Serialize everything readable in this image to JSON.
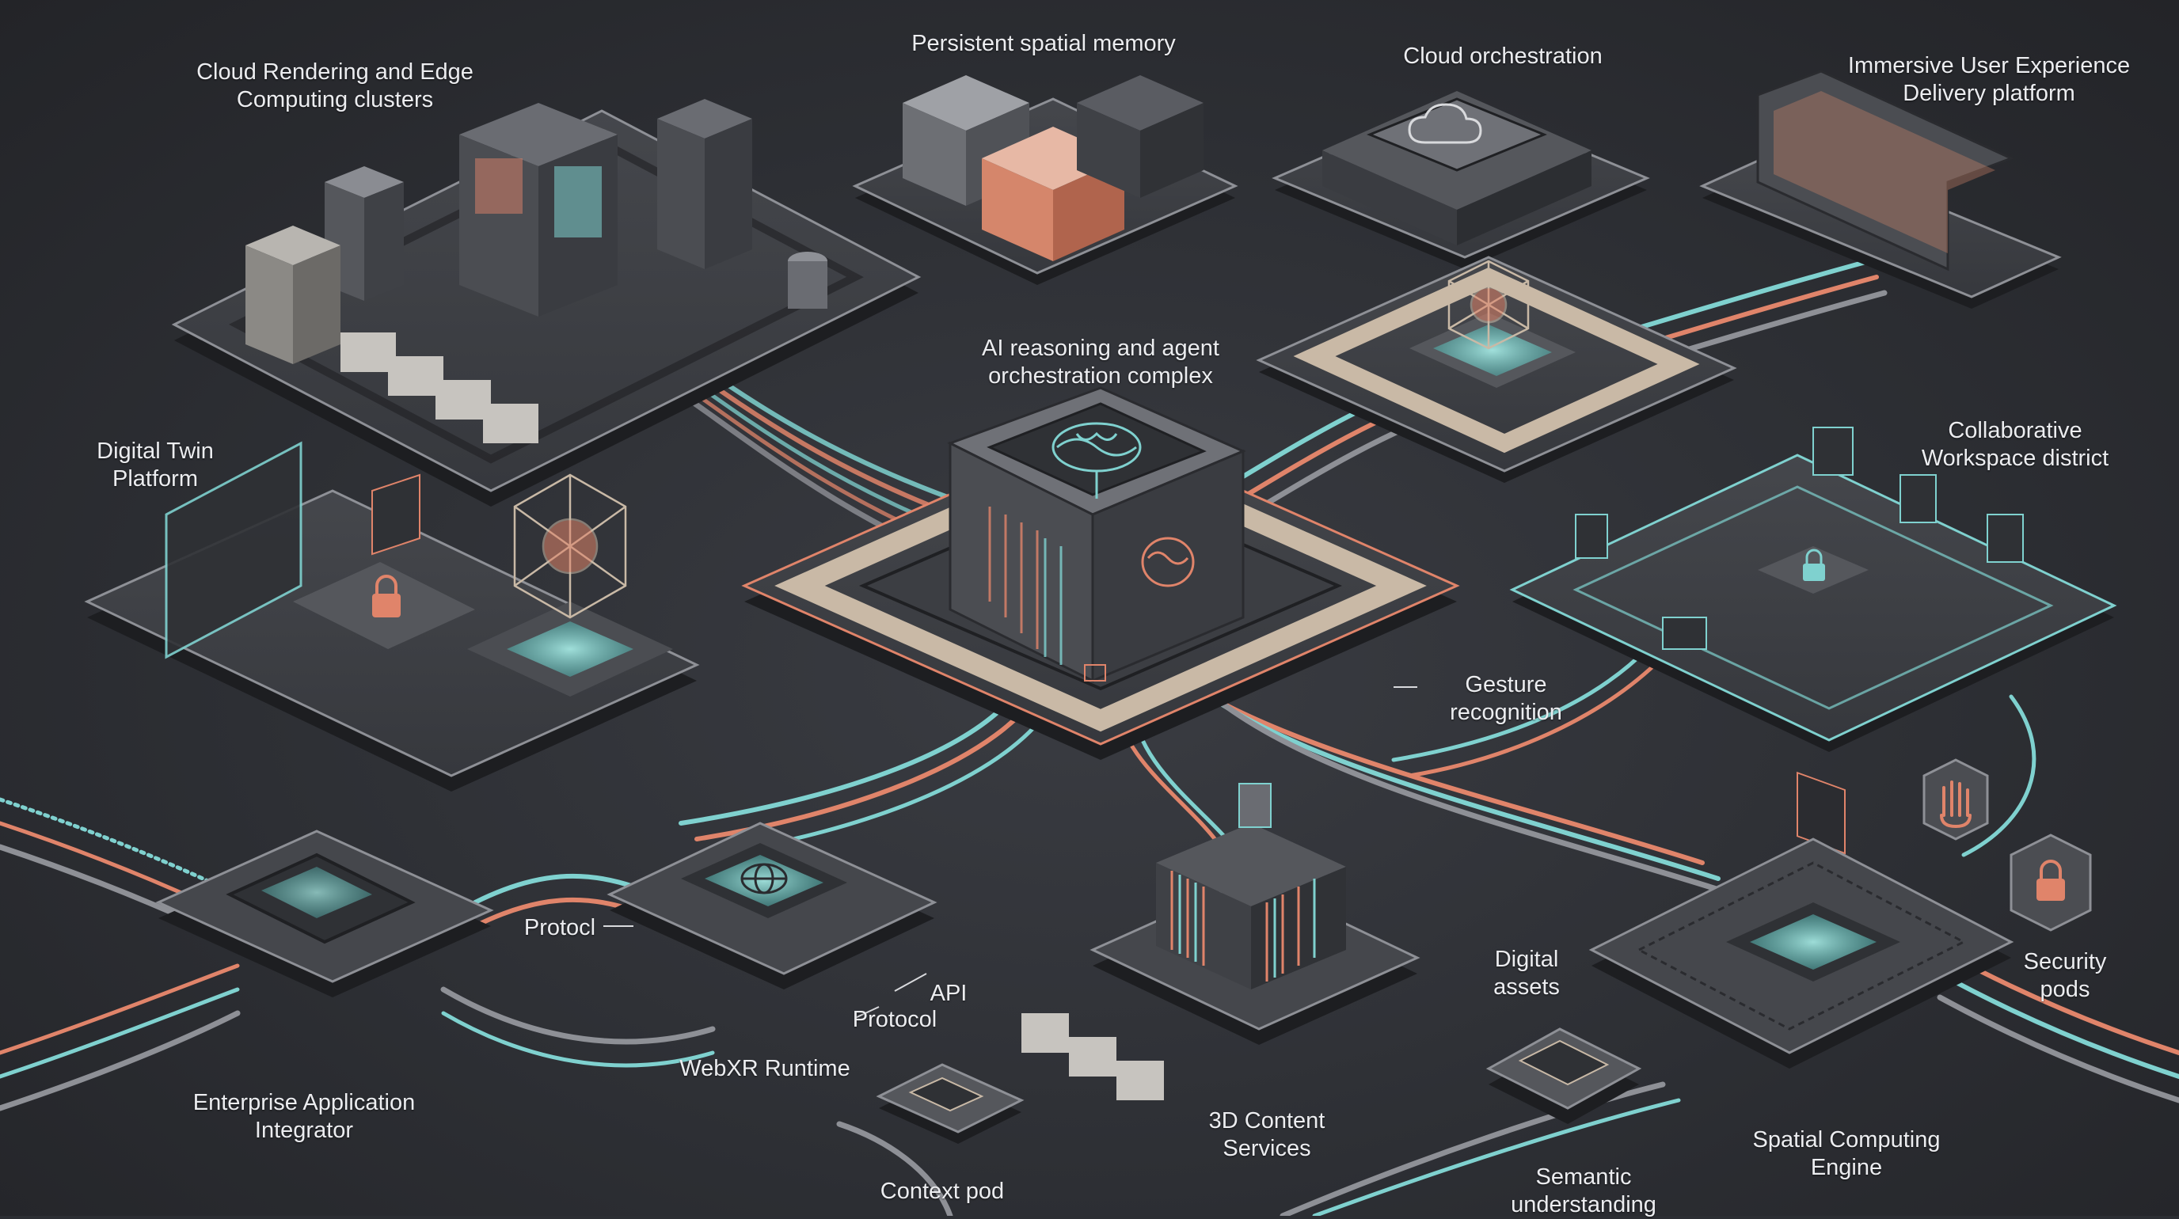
{
  "colors": {
    "background": "#2c2e33",
    "platform_top": "#3b3d42",
    "platform_side": "#1d1e21",
    "rim": "#8e9096",
    "accent_teal": "#7fd1cf",
    "accent_coral": "#e0846a",
    "beige": "#c9b9a6"
  },
  "icons": {
    "central_hub": "brain-icon",
    "globe": "globe-icon",
    "cloud": "cloud-icon",
    "lock": "lock-icon",
    "hand": "hand-icon",
    "cube": "wireframe-cube-icon"
  },
  "labels": {
    "cloud_rendering": [
      "Cloud Rendering and Edge",
      "Computing clusters"
    ],
    "persistent_memory": [
      "Persistent spatial memory"
    ],
    "cloud_orchestration": [
      "Cloud orchestration"
    ],
    "immersive_ux": [
      "Immersive User Experience",
      "Delivery platform"
    ],
    "ai_reasoning": [
      "AI reasoning and agent",
      "orchestration complex"
    ],
    "digital_twin": [
      "Digital Twin",
      "Platform"
    ],
    "collaborative": [
      "Collaborative",
      "Workspace district"
    ],
    "gesture": [
      "Gesture",
      "recognition"
    ],
    "protocol_left": [
      "Protocl"
    ],
    "api": [
      "API"
    ],
    "protocol_right": [
      "Protocol"
    ],
    "webxr": [
      "WebXR Runtime"
    ],
    "enterprise": [
      "Enterprise Application",
      "Integrator"
    ],
    "digital_assets": [
      "Digital",
      "assets"
    ],
    "security": [
      "Security",
      "pods"
    ],
    "content_3d": [
      "3D Content",
      "Services"
    ],
    "context_pod": [
      "Context pod"
    ],
    "semantic": [
      "Semantic",
      "understanding"
    ],
    "spatial_engine": [
      "Spatial Computing",
      "Engine"
    ]
  }
}
